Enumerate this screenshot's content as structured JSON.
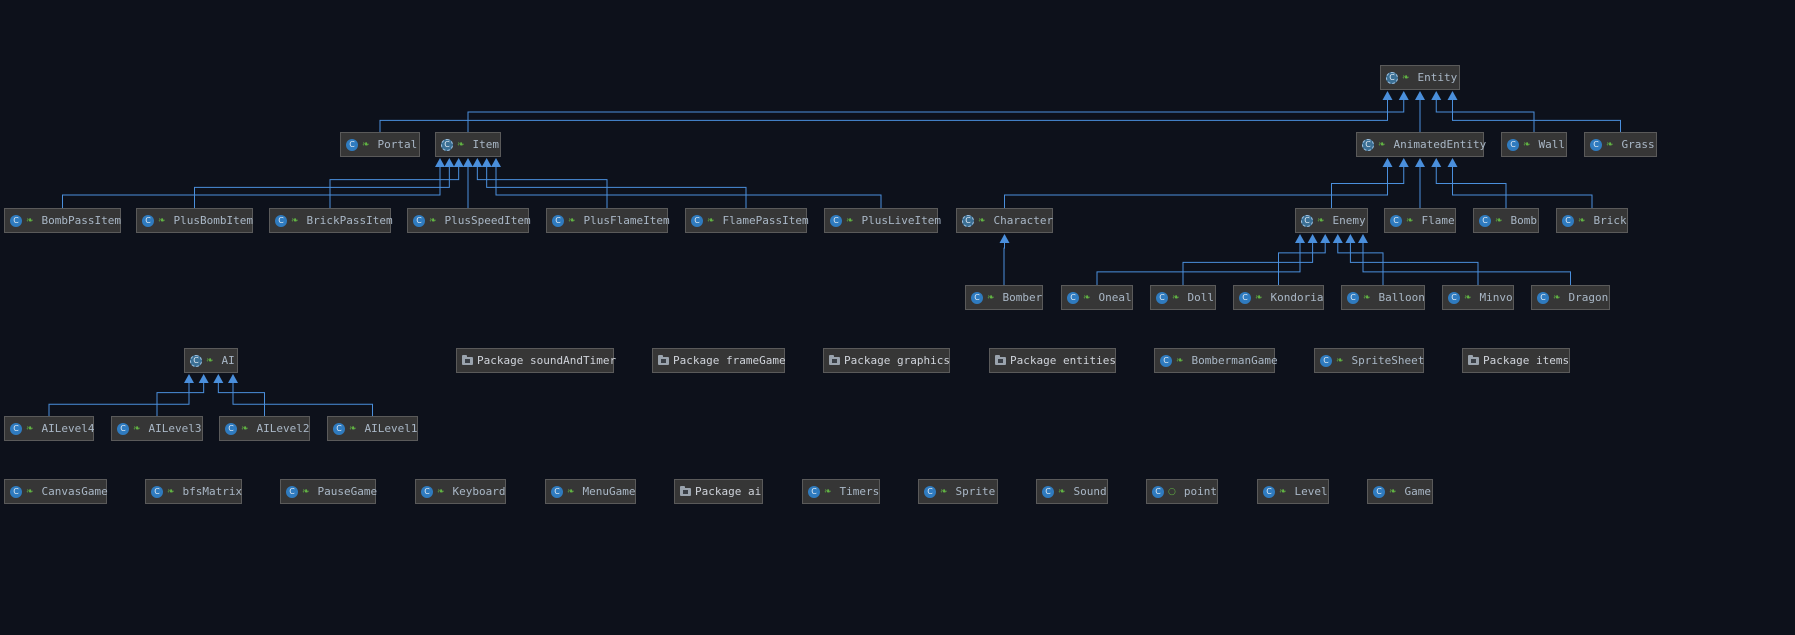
{
  "colors": {
    "background": "#0d111b",
    "edge": "#4a8fdc",
    "node_fill": "#363636",
    "node_border": "#5a5a5a",
    "text": "#a9b7c6"
  },
  "icons": {
    "class": "class-icon",
    "abstract": "abstract-class-icon",
    "interface": "interface-icon",
    "package": "package-folder-icon",
    "visibility": "public-visibility-icon"
  },
  "nodes": [
    {
      "id": "entity",
      "label": "Entity",
      "kind": "abstract"
    },
    {
      "id": "portal",
      "label": "Portal",
      "kind": "class"
    },
    {
      "id": "item",
      "label": "Item",
      "kind": "abstract"
    },
    {
      "id": "animatedentity",
      "label": "AnimatedEntity",
      "kind": "abstract"
    },
    {
      "id": "wall",
      "label": "Wall",
      "kind": "class"
    },
    {
      "id": "grass",
      "label": "Grass",
      "kind": "class"
    },
    {
      "id": "bombpassitem",
      "label": "BombPassItem",
      "kind": "class"
    },
    {
      "id": "plusbombitem",
      "label": "PlusBombItem",
      "kind": "class"
    },
    {
      "id": "brickpassitem",
      "label": "BrickPassItem",
      "kind": "class"
    },
    {
      "id": "plusspeeditem",
      "label": "PlusSpeedItem",
      "kind": "class"
    },
    {
      "id": "plusflameitem",
      "label": "PlusFlameItem",
      "kind": "class"
    },
    {
      "id": "flamepassitem",
      "label": "FlamePassItem",
      "kind": "class"
    },
    {
      "id": "plusliveitem",
      "label": "PlusLiveItem",
      "kind": "class"
    },
    {
      "id": "character",
      "label": "Character",
      "kind": "abstract"
    },
    {
      "id": "enemy",
      "label": "Enemy",
      "kind": "abstract"
    },
    {
      "id": "flame",
      "label": "Flame",
      "kind": "class"
    },
    {
      "id": "bomb",
      "label": "Bomb",
      "kind": "class"
    },
    {
      "id": "brick",
      "label": "Brick",
      "kind": "class"
    },
    {
      "id": "bomber",
      "label": "Bomber",
      "kind": "class"
    },
    {
      "id": "oneal",
      "label": "Oneal",
      "kind": "class"
    },
    {
      "id": "doll",
      "label": "Doll",
      "kind": "class"
    },
    {
      "id": "kondoria",
      "label": "Kondoria",
      "kind": "class"
    },
    {
      "id": "balloon",
      "label": "Balloon",
      "kind": "class"
    },
    {
      "id": "minvo",
      "label": "Minvo",
      "kind": "class"
    },
    {
      "id": "dragon",
      "label": "Dragon",
      "kind": "class"
    },
    {
      "id": "ai",
      "label": "AI",
      "kind": "abstract"
    },
    {
      "id": "pkg_sound",
      "label": "Package soundAndTimer",
      "kind": "package"
    },
    {
      "id": "pkg_frame",
      "label": "Package frameGame",
      "kind": "package"
    },
    {
      "id": "pkg_graphics",
      "label": "Package graphics",
      "kind": "package"
    },
    {
      "id": "pkg_entities",
      "label": "Package entities",
      "kind": "package"
    },
    {
      "id": "bombermangame",
      "label": "BombermanGame",
      "kind": "class"
    },
    {
      "id": "spritesheet",
      "label": "SpriteSheet",
      "kind": "class"
    },
    {
      "id": "pkg_items",
      "label": "Package items",
      "kind": "package"
    },
    {
      "id": "ailevel4",
      "label": "AILevel4",
      "kind": "class"
    },
    {
      "id": "ailevel3",
      "label": "AILevel3",
      "kind": "class"
    },
    {
      "id": "ailevel2",
      "label": "AILevel2",
      "kind": "class"
    },
    {
      "id": "ailevel1",
      "label": "AILevel1",
      "kind": "class"
    },
    {
      "id": "canvasgame",
      "label": "CanvasGame",
      "kind": "class"
    },
    {
      "id": "bfsmatrix",
      "label": "bfsMatrix",
      "kind": "class"
    },
    {
      "id": "pausegame",
      "label": "PauseGame",
      "kind": "class"
    },
    {
      "id": "keyboard",
      "label": "Keyboard",
      "kind": "class"
    },
    {
      "id": "menugame",
      "label": "MenuGame",
      "kind": "class"
    },
    {
      "id": "pkg_ai",
      "label": "Package ai",
      "kind": "package"
    },
    {
      "id": "timers",
      "label": "Timers",
      "kind": "class"
    },
    {
      "id": "sprite",
      "label": "Sprite",
      "kind": "class"
    },
    {
      "id": "sound",
      "label": "Sound",
      "kind": "class"
    },
    {
      "id": "point",
      "label": "point",
      "kind": "class"
    },
    {
      "id": "level",
      "label": "Level",
      "kind": "class"
    },
    {
      "id": "game",
      "label": "Game",
      "kind": "class"
    }
  ],
  "edges": [
    [
      "portal",
      "entity"
    ],
    [
      "item",
      "entity"
    ],
    [
      "animatedentity",
      "entity"
    ],
    [
      "wall",
      "entity"
    ],
    [
      "grass",
      "entity"
    ],
    [
      "bombpassitem",
      "item"
    ],
    [
      "plusbombitem",
      "item"
    ],
    [
      "brickpassitem",
      "item"
    ],
    [
      "plusspeeditem",
      "item"
    ],
    [
      "plusflameitem",
      "item"
    ],
    [
      "flamepassitem",
      "item"
    ],
    [
      "plusliveitem",
      "item"
    ],
    [
      "character",
      "animatedentity"
    ],
    [
      "enemy",
      "animatedentity"
    ],
    [
      "flame",
      "animatedentity"
    ],
    [
      "bomb",
      "animatedentity"
    ],
    [
      "brick",
      "animatedentity"
    ],
    [
      "bomber",
      "character"
    ],
    [
      "oneal",
      "enemy"
    ],
    [
      "doll",
      "enemy"
    ],
    [
      "kondoria",
      "enemy"
    ],
    [
      "balloon",
      "enemy"
    ],
    [
      "minvo",
      "enemy"
    ],
    [
      "dragon",
      "enemy"
    ],
    [
      "ailevel4",
      "ai"
    ],
    [
      "ailevel3",
      "ai"
    ],
    [
      "ailevel2",
      "ai"
    ],
    [
      "ailevel1",
      "ai"
    ]
  ]
}
